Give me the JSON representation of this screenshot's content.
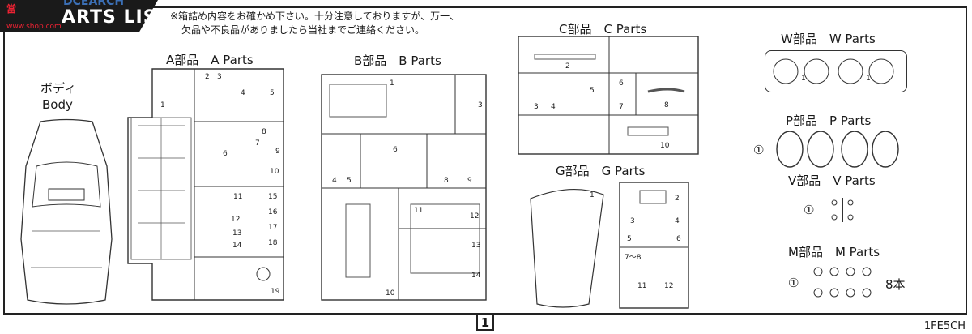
{
  "watermark": {
    "top": "DCEARCH",
    "brand": "當",
    "sub": "www.shop.com"
  },
  "header": {
    "badge": "ARTS LIST",
    "note_line1": "※箱詰め内容をお確かめ下さい。十分注意しておりますが、万一、",
    "note_line2": "欠品や不良品がありましたら当社までご連絡ください。"
  },
  "body": {
    "label_jp": "ボディ",
    "label_en": "Body"
  },
  "parts": {
    "a": {
      "label": "A部品　A Parts",
      "nums": [
        "1",
        "2",
        "3",
        "4",
        "5",
        "6",
        "7",
        "8",
        "9",
        "10",
        "11",
        "12",
        "13",
        "14",
        "15",
        "16",
        "17",
        "18",
        "19"
      ]
    },
    "b": {
      "label": "B部品　B Parts",
      "nums": [
        "1",
        "3",
        "4",
        "5",
        "6",
        "8",
        "9",
        "10",
        "11",
        "12",
        "13",
        "14"
      ]
    },
    "c": {
      "label": "C部品　C Parts",
      "nums": [
        "2",
        "3",
        "4",
        "5",
        "6",
        "7",
        "8",
        "10"
      ]
    },
    "g": {
      "label": "G部品　G Parts",
      "nums": [
        "1",
        "2",
        "3",
        "4",
        "5",
        "6",
        "7",
        "8",
        "11",
        "12"
      ],
      "range": "7〜8"
    },
    "w": {
      "label": "W部品　W Parts",
      "nums": [
        "1",
        "1"
      ]
    },
    "p": {
      "label": "P部品　P Parts",
      "marker": "①"
    },
    "v": {
      "label": "V部品　V Parts",
      "marker": "①"
    },
    "m": {
      "label": "M部品　M Parts",
      "marker": "①",
      "count": "8本"
    }
  },
  "page_number": "1",
  "code": "1FE5CH"
}
